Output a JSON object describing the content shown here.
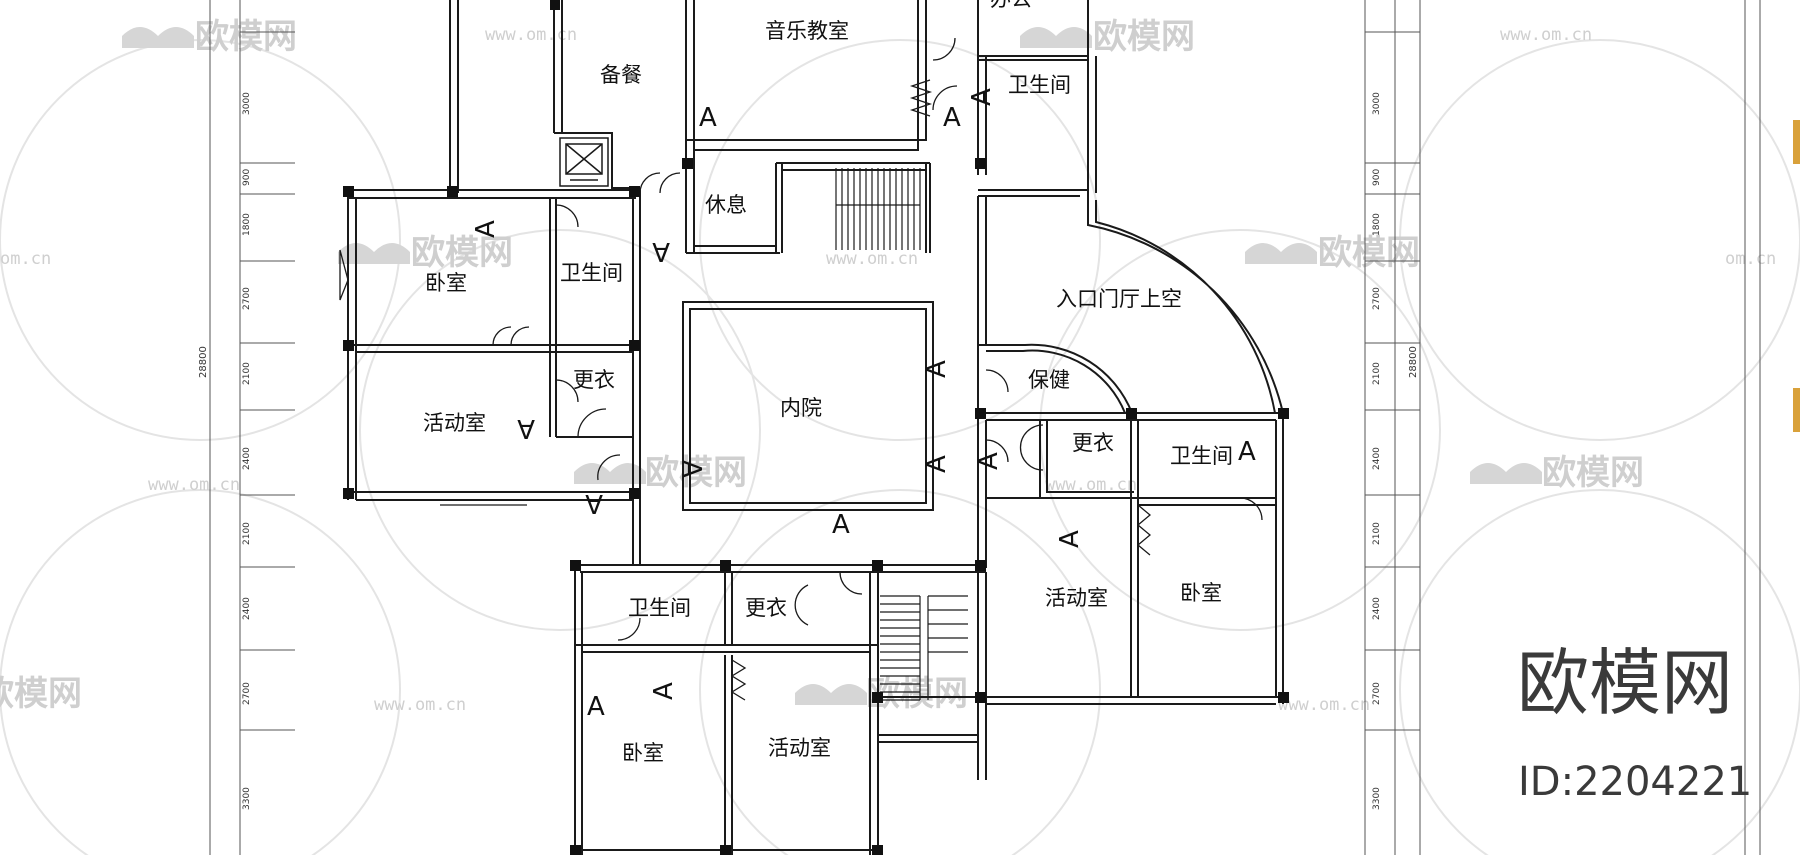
{
  "rooms": {
    "music_room": "音乐教室",
    "office": "办公",
    "pantry": "备餐",
    "toilet_top_right": "卫生间",
    "rest": "休息",
    "bedroom_upper_left": "卧室",
    "toilet_upper_left": "卫生间",
    "entrance_void": "入口门厅上空",
    "changing_left": "更衣",
    "activity_left": "活动室",
    "courtyard": "内院",
    "health": "保健",
    "changing_right": "更衣",
    "toilet_right": "卫生间",
    "toilet_bottom": "卫生间",
    "changing_bottom": "更衣",
    "activity_right": "活动室",
    "bedroom_right": "卧室",
    "bedroom_bottom": "卧室",
    "activity_bottom": "活动室"
  },
  "dimensions": {
    "left": [
      "3000",
      "900",
      "1800",
      "2700",
      "2100",
      "2400",
      "2100",
      "2400",
      "2700",
      "3300"
    ],
    "right": [
      "3000",
      "900",
      "1800",
      "2700",
      "2100",
      "2400",
      "2100",
      "2400",
      "2700",
      "3300"
    ],
    "total_left": "28800",
    "total_right": "28800"
  },
  "watermark": {
    "text": "欧模网",
    "url": "www.om.cn",
    "url_partial": "om.cn"
  },
  "brand": {
    "logo": "欧模网",
    "id": "ID:2204221"
  },
  "markers": {
    "arrow": "A"
  },
  "colors": {
    "lines": "#1a1a1a",
    "watermark": "#cfcfcf",
    "brand": "#3a3a3a",
    "tabs": "#d9a13a"
  }
}
